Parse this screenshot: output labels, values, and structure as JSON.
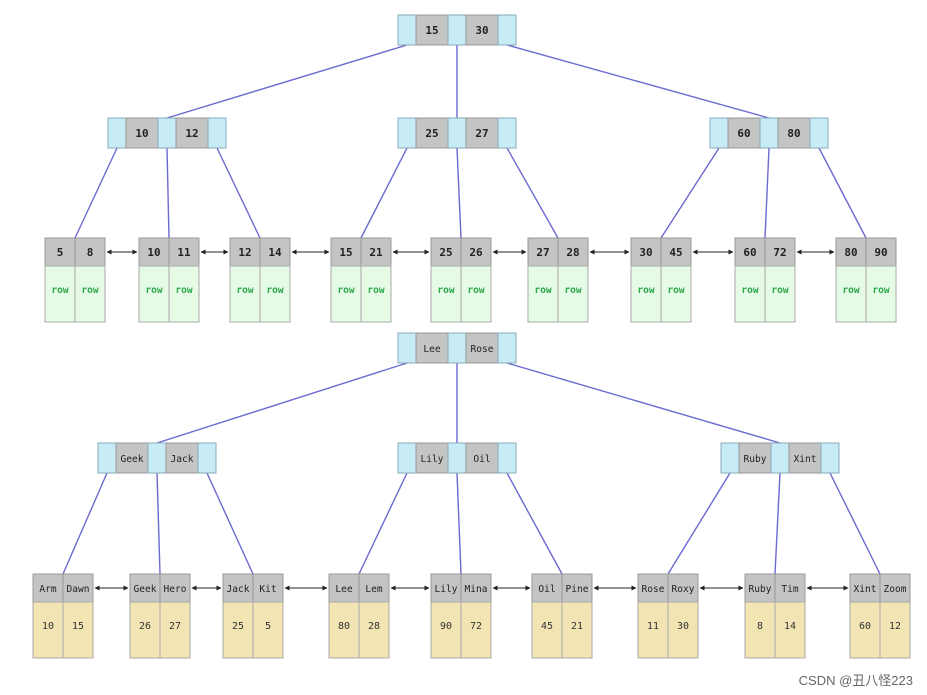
{
  "primary_index": {
    "root": [
      "15",
      "30"
    ],
    "internal": [
      [
        "10",
        "12"
      ],
      [
        "25",
        "27"
      ],
      [
        "60",
        "80"
      ]
    ],
    "leaves": [
      {
        "keys": [
          "5",
          "8"
        ],
        "rows": [
          "row",
          "row"
        ]
      },
      {
        "keys": [
          "10",
          "11"
        ],
        "rows": [
          "row",
          "row"
        ]
      },
      {
        "keys": [
          "12",
          "14"
        ],
        "rows": [
          "row",
          "row"
        ]
      },
      {
        "keys": [
          "15",
          "21"
        ],
        "rows": [
          "row",
          "row"
        ]
      },
      {
        "keys": [
          "25",
          "26"
        ],
        "rows": [
          "row",
          "row"
        ]
      },
      {
        "keys": [
          "27",
          "28"
        ],
        "rows": [
          "row",
          "row"
        ]
      },
      {
        "keys": [
          "30",
          "45"
        ],
        "rows": [
          "row",
          "row"
        ]
      },
      {
        "keys": [
          "60",
          "72"
        ],
        "rows": [
          "row",
          "row"
        ]
      },
      {
        "keys": [
          "80",
          "90"
        ],
        "rows": [
          "row",
          "row"
        ]
      }
    ]
  },
  "secondary_index": {
    "root": [
      "Lee",
      "Rose"
    ],
    "internal": [
      [
        "Geek",
        "Jack"
      ],
      [
        "Lily",
        "Oil"
      ],
      [
        "Ruby",
        "Xint"
      ]
    ],
    "leaves": [
      {
        "keys": [
          "Arm",
          "Dawn"
        ],
        "values": [
          "10",
          "15"
        ]
      },
      {
        "keys": [
          "Geek",
          "Hero"
        ],
        "values": [
          "26",
          "27"
        ]
      },
      {
        "keys": [
          "Jack",
          "Kit"
        ],
        "values": [
          "25",
          "5"
        ]
      },
      {
        "keys": [
          "Lee",
          "Lem"
        ],
        "values": [
          "80",
          "28"
        ]
      },
      {
        "keys": [
          "Lily",
          "Mina"
        ],
        "values": [
          "90",
          "72"
        ]
      },
      {
        "keys": [
          "Oil",
          "Pine"
        ],
        "values": [
          "45",
          "21"
        ]
      },
      {
        "keys": [
          "Rose",
          "Roxy"
        ],
        "values": [
          "11",
          "30"
        ]
      },
      {
        "keys": [
          "Ruby",
          "Tim"
        ],
        "values": [
          "8",
          "14"
        ]
      },
      {
        "keys": [
          "Xint",
          "Zoom"
        ],
        "values": [
          "60",
          "12"
        ]
      }
    ]
  },
  "watermark": "CSDN @丑八怪223",
  "colors": {
    "pointer": "#c8ecf5",
    "key": "#c4c4c4",
    "row_cell": "#e6fbe6",
    "value_cell": "#f3e4b4",
    "edge": "#6a6ad0"
  }
}
